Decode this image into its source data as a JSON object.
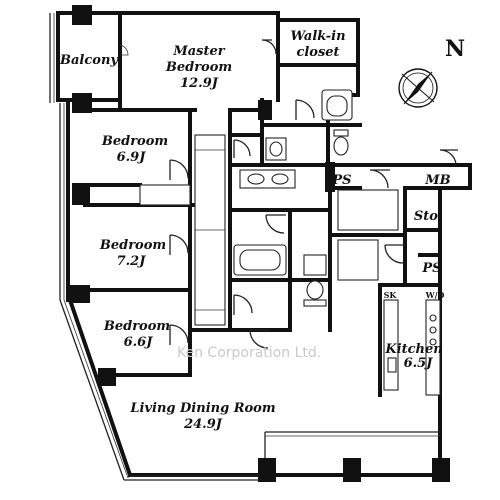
{
  "rooms": {
    "balcony": {
      "name": "Balcony"
    },
    "master": {
      "name": "Master",
      "name2": "Bedroom",
      "size": "12.9J"
    },
    "walkin": {
      "name": "Walk-in",
      "name2": "closet"
    },
    "bed1": {
      "name": "Bedroom",
      "size": "6.9J"
    },
    "bed2": {
      "name": "Bedroom",
      "size": "7.2J"
    },
    "bed3": {
      "name": "Bedroom",
      "size": "6.6J"
    },
    "ldk": {
      "name": "Living Dining Room",
      "size": "24.9J"
    },
    "kitchen": {
      "name": "Kitchen",
      "size": "6.5J"
    }
  },
  "tags": {
    "ps1": "PS",
    "ps2": "PS",
    "mb": "MB",
    "sto": "Sto.",
    "sk": "SK",
    "wd": "W/D"
  },
  "compass": {
    "label": "N"
  },
  "watermark": "Ken Corporation Ltd."
}
